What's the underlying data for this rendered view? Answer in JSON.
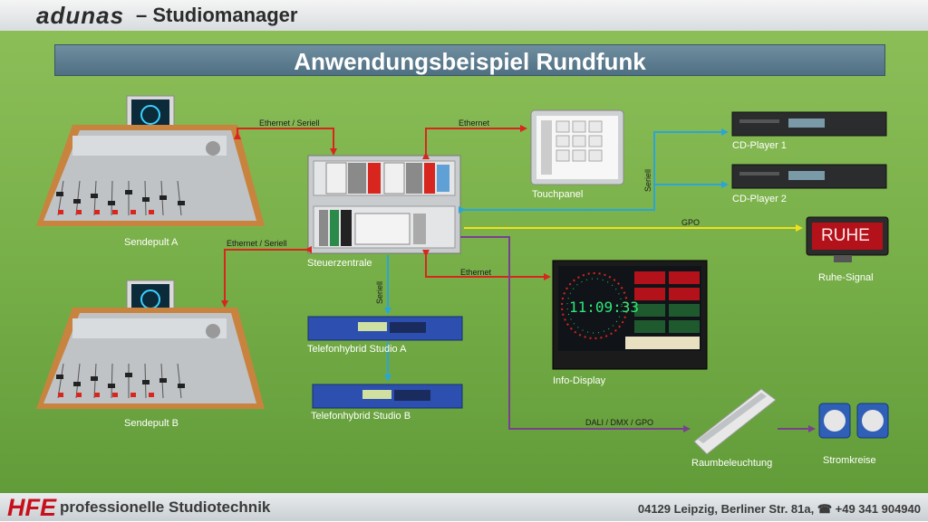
{
  "header": {
    "brand": "adunas",
    "title": "– Studiomanager"
  },
  "banner": {
    "title": "Anwendungsbeispiel Rundfunk"
  },
  "devices": {
    "console_a": "Sendepult A",
    "console_b": "Sendepult B",
    "central": "Steuerzentrale",
    "touchpanel": "Touchpanel",
    "cd1": "CD-Player 1",
    "cd2": "CD-Player 2",
    "ruhe_label": "Ruhe-Signal",
    "ruhe_sign": "RUHE",
    "hybrid_a": "Telefonhybrid Studio A",
    "hybrid_b": "Telefonhybrid Studio B",
    "info": "Info-Display",
    "info_clock": "11:09:33",
    "lighting": "Raumbeleuchtung",
    "power": "Stromkreise"
  },
  "connections": {
    "eth_serial_top": "Ethernet / Seriell",
    "eth_top": "Ethernet",
    "eth_serial_left": "Ethernet / Seriell",
    "eth_info": "Ethernet",
    "serial_cd": "Seriell",
    "serial_hybrid": "Seriell",
    "gpo": "GPO",
    "dali": "DALI / DMX / GPO"
  },
  "colors": {
    "ethernet": "#d8261f",
    "serial": "#2aa6d6",
    "gpo": "#f2e11a",
    "dali": "#7a3f8f"
  },
  "footer": {
    "logo": "HFE",
    "tagline": "professionelle Studiotechnik",
    "address": "04129 Leipzig, Berliner Str. 81a, ☎ +49 341 904940"
  }
}
